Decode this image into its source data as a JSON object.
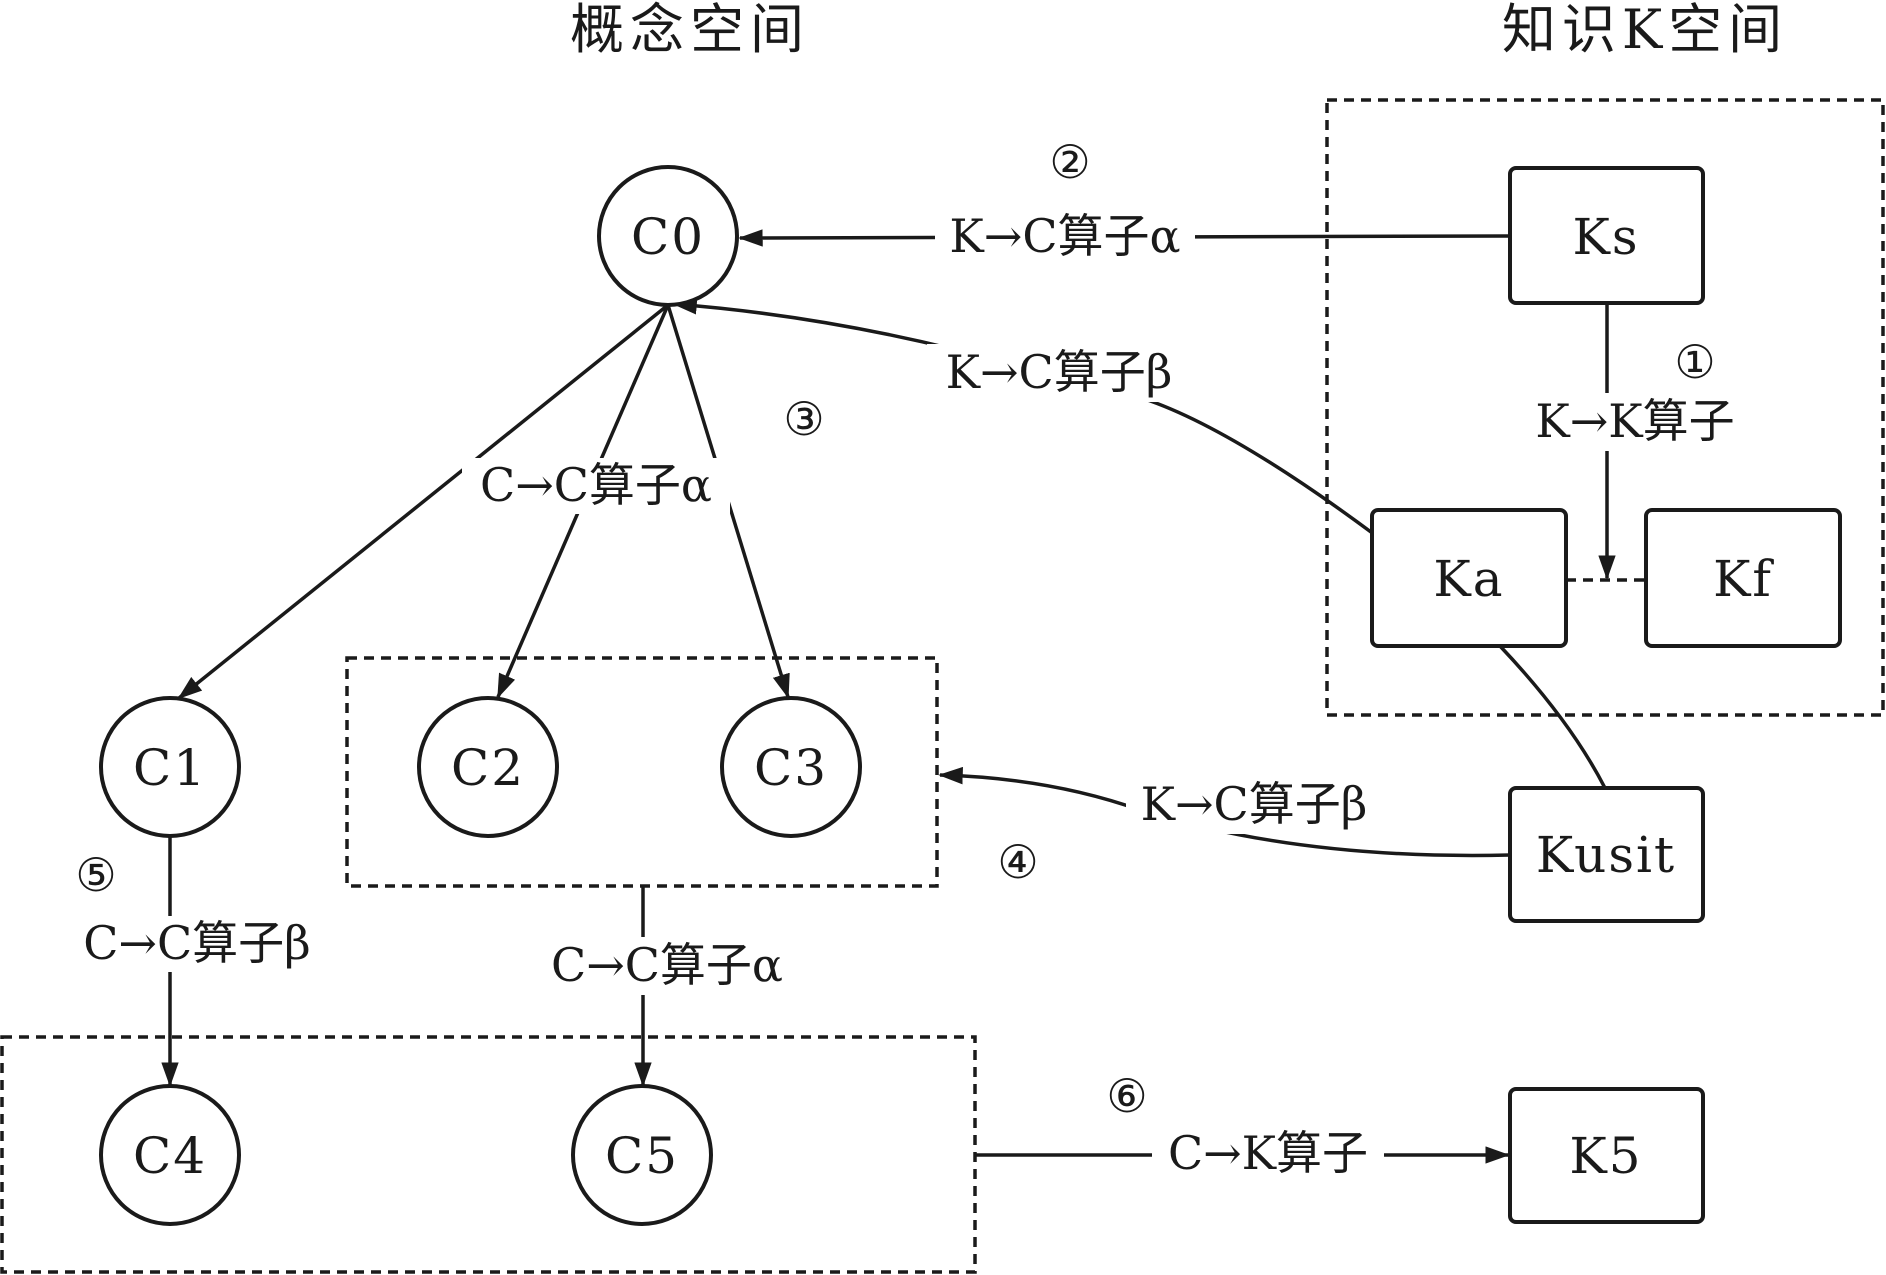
{
  "titles": {
    "concept_space": "概念空间",
    "knowledge_space": "知识K空间"
  },
  "nodes": {
    "c0": "C0",
    "c1": "C1",
    "c2": "C2",
    "c3": "C3",
    "c4": "C4",
    "c5": "C5",
    "ks": "Ks",
    "ka": "Ka",
    "kf": "Kf",
    "kusit": "Kusit",
    "k5": "K5"
  },
  "edges": {
    "ks_to_c0": "K→C算子α",
    "ka_to_c0": "K→C算子β",
    "c0_to_children": "C→C算子α",
    "ks_to_ka": "K→K算子",
    "kusit_to_c23": "K→C算子β",
    "c1_to_c4": "C→C算子β",
    "c23_to_c5": "C→C算子α",
    "c45_to_k5": "C→K算子"
  },
  "markers": {
    "m1": "①",
    "m2": "②",
    "m3": "③",
    "m4": "④",
    "m5": "⑤",
    "m6": "⑥"
  }
}
